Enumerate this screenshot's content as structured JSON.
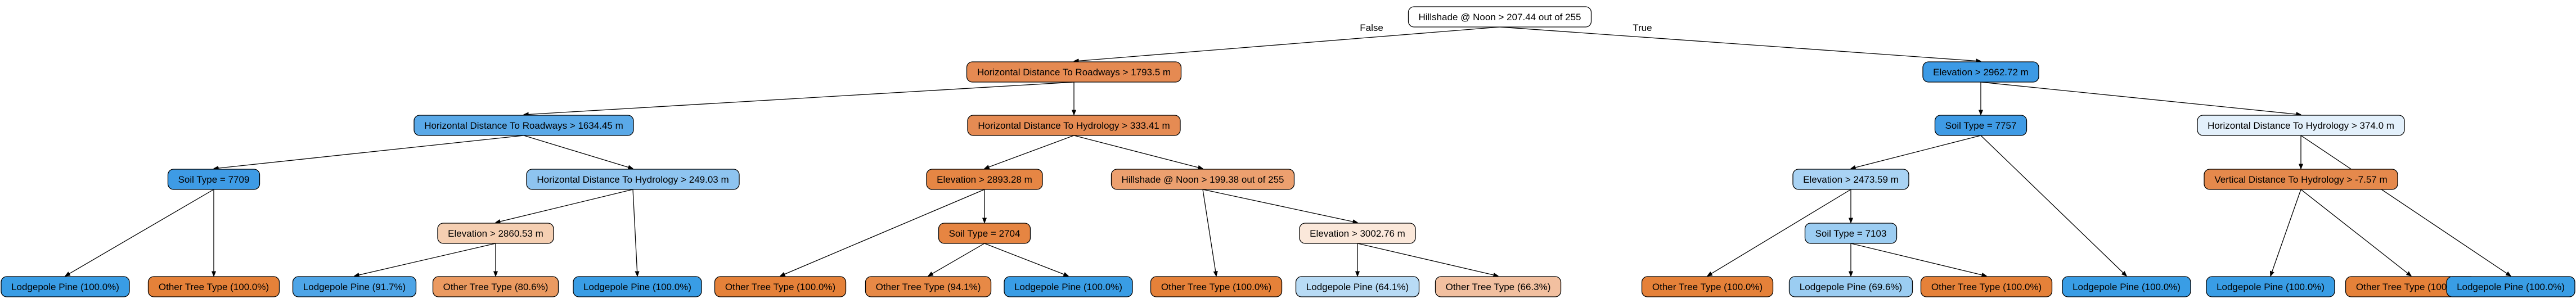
{
  "tree": {
    "nodes": [
      {
        "id": "n0",
        "label": "Hillshade @ Noon > 207.44 out of 255",
        "fill": "#ffffff"
      },
      {
        "id": "n1",
        "label": "Horizontal Distance To Roadways > 1793.5 m",
        "fill": "#e58a52"
      },
      {
        "id": "n2",
        "label": "Elevation > 2962.72 m",
        "fill": "#3c9ae5"
      },
      {
        "id": "n3",
        "label": "Horizontal Distance To Roadways > 1634.45 m",
        "fill": "#5aa9e8"
      },
      {
        "id": "n4",
        "label": "Horizontal Distance To Hydrology > 333.41 m",
        "fill": "#e58b53"
      },
      {
        "id": "n5",
        "label": "Soil Type = 7757",
        "fill": "#3f9be5"
      },
      {
        "id": "n6",
        "label": "Horizontal Distance To Hydrology > 374.0 m",
        "fill": "#e3f0fb"
      },
      {
        "id": "n7",
        "label": "Soil Type = 7709",
        "fill": "#3e9be5"
      },
      {
        "id": "n8",
        "label": "Horizontal Distance To Hydrology > 249.03 m",
        "fill": "#8ec4f0"
      },
      {
        "id": "n9",
        "label": "Elevation > 2893.28 m",
        "fill": "#e68644"
      },
      {
        "id": "n10",
        "label": "Hillshade @ Noon > 199.38 out of 255",
        "fill": "#eca06f"
      },
      {
        "id": "n11",
        "label": "Elevation > 2473.59 m",
        "fill": "#a9d3f4"
      },
      {
        "id": "n12",
        "label": "Vertical Distance To Hydrology > -7.57 m",
        "fill": "#e5894c"
      },
      {
        "id": "n13",
        "label": "Elevation > 2860.53 m",
        "fill": "#f5cfb2"
      },
      {
        "id": "n14",
        "label": "Soil Type = 2704",
        "fill": "#e68542"
      },
      {
        "id": "n15",
        "label": "Elevation > 3002.76 m",
        "fill": "#fbe8da"
      },
      {
        "id": "n16",
        "label": "Soil Type = 7103",
        "fill": "#9ccdf2"
      },
      {
        "id": "n17",
        "label": "Lodgepole Pine (100.0%)",
        "fill": "#399de5"
      },
      {
        "id": "n18",
        "label": "Other Tree Type (100.0%)",
        "fill": "#e58139"
      },
      {
        "id": "n19",
        "label": "Lodgepole Pine (91.7%)",
        "fill": "#4ea5e7"
      },
      {
        "id": "n20",
        "label": "Other Tree Type (80.6%)",
        "fill": "#eb9a61"
      },
      {
        "id": "n21",
        "label": "Lodgepole Pine (100.0%)",
        "fill": "#399de5"
      },
      {
        "id": "n22",
        "label": "Other Tree Type (100.0%)",
        "fill": "#e58139"
      },
      {
        "id": "n23",
        "label": "Other Tree Type (94.1%)",
        "fill": "#e78946"
      },
      {
        "id": "n24",
        "label": "Lodgepole Pine (100.0%)",
        "fill": "#399de5"
      },
      {
        "id": "n25",
        "label": "Other Tree Type (100.0%)",
        "fill": "#e58139"
      },
      {
        "id": "n26",
        "label": "Lodgepole Pine (64.1%)",
        "fill": "#b8dbf5"
      },
      {
        "id": "n27",
        "label": "Other Tree Type (66.3%)",
        "fill": "#f2c0a0"
      },
      {
        "id": "n28",
        "label": "Other Tree Type (100.0%)",
        "fill": "#e58139"
      },
      {
        "id": "n29",
        "label": "Lodgepole Pine (69.6%)",
        "fill": "#9bcdf2"
      },
      {
        "id": "n30",
        "label": "Other Tree Type (100.0%)",
        "fill": "#e58139"
      },
      {
        "id": "n31",
        "label": "Lodgepole Pine (100.0%)",
        "fill": "#399de5"
      },
      {
        "id": "n32",
        "label": "Lodgepole Pine (100.0%)",
        "fill": "#399de5"
      },
      {
        "id": "n33",
        "label": "Other Tree Type (100.0%)",
        "fill": "#e58139"
      },
      {
        "id": "n34",
        "label": "Lodgepole Pine (100.0%)",
        "fill": "#399de5"
      }
    ],
    "edges": [
      {
        "from": "n0",
        "to": "n1",
        "label": "False"
      },
      {
        "from": "n0",
        "to": "n2",
        "label": "True"
      },
      {
        "from": "n1",
        "to": "n3",
        "label": ""
      },
      {
        "from": "n1",
        "to": "n4",
        "label": ""
      },
      {
        "from": "n2",
        "to": "n5",
        "label": ""
      },
      {
        "from": "n2",
        "to": "n6",
        "label": ""
      },
      {
        "from": "n3",
        "to": "n7",
        "label": ""
      },
      {
        "from": "n3",
        "to": "n8",
        "label": ""
      },
      {
        "from": "n4",
        "to": "n9",
        "label": ""
      },
      {
        "from": "n4",
        "to": "n10",
        "label": ""
      },
      {
        "from": "n5",
        "to": "n11",
        "label": ""
      },
      {
        "from": "n5",
        "to": "n31",
        "label": ""
      },
      {
        "from": "n6",
        "to": "n12",
        "label": ""
      },
      {
        "from": "n6",
        "to": "n34",
        "label": ""
      },
      {
        "from": "n7",
        "to": "n17",
        "label": ""
      },
      {
        "from": "n7",
        "to": "n18",
        "label": ""
      },
      {
        "from": "n8",
        "to": "n13",
        "label": ""
      },
      {
        "from": "n8",
        "to": "n21",
        "label": ""
      },
      {
        "from": "n9",
        "to": "n22",
        "label": ""
      },
      {
        "from": "n9",
        "to": "n14",
        "label": ""
      },
      {
        "from": "n10",
        "to": "n25",
        "label": ""
      },
      {
        "from": "n10",
        "to": "n15",
        "label": ""
      },
      {
        "from": "n11",
        "to": "n28",
        "label": ""
      },
      {
        "from": "n11",
        "to": "n16",
        "label": ""
      },
      {
        "from": "n12",
        "to": "n32",
        "label": ""
      },
      {
        "from": "n12",
        "to": "n33",
        "label": ""
      },
      {
        "from": "n13",
        "to": "n19",
        "label": ""
      },
      {
        "from": "n13",
        "to": "n20",
        "label": ""
      },
      {
        "from": "n14",
        "to": "n23",
        "label": ""
      },
      {
        "from": "n14",
        "to": "n24",
        "label": ""
      },
      {
        "from": "n15",
        "to": "n26",
        "label": ""
      },
      {
        "from": "n15",
        "to": "n27",
        "label": ""
      },
      {
        "from": "n16",
        "to": "n29",
        "label": ""
      },
      {
        "from": "n16",
        "to": "n30",
        "label": ""
      }
    ]
  }
}
